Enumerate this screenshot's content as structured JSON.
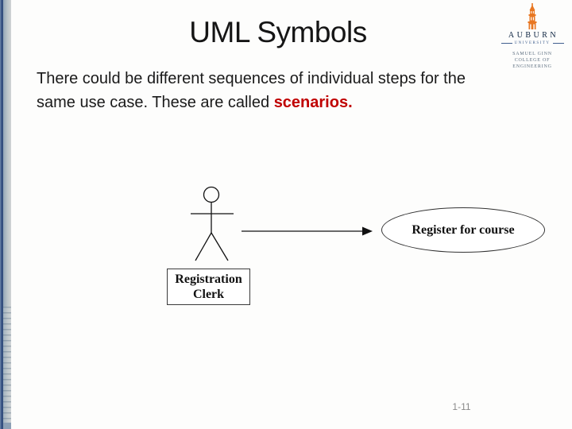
{
  "slide": {
    "title": "UML Symbols",
    "body": {
      "line1": "There could be different sequences of individual steps for the",
      "line2_prefix": "same use case. These are called ",
      "highlight": "scenarios."
    },
    "page_number": "1-11"
  },
  "logo": {
    "institution": "AUBURN",
    "institution_sub": "UNIVERSITY",
    "college_line1": "SAMUEL GINN",
    "college_line2": "COLLEGE OF ENGINEERING"
  },
  "diagram": {
    "actor_box_line1": "Registration",
    "actor_box_line2": "Clerk",
    "use_case": "Register for course"
  },
  "colors": {
    "highlight_red": "#c00000",
    "auburn_orange": "#e87722",
    "auburn_navy": "#0c2340",
    "edge_navy": "#2f4b7a",
    "edge_stripe_gray": "#bcc5c9",
    "diagram_line_black": "#111111",
    "page_number_gray": "#8a8a8a"
  }
}
